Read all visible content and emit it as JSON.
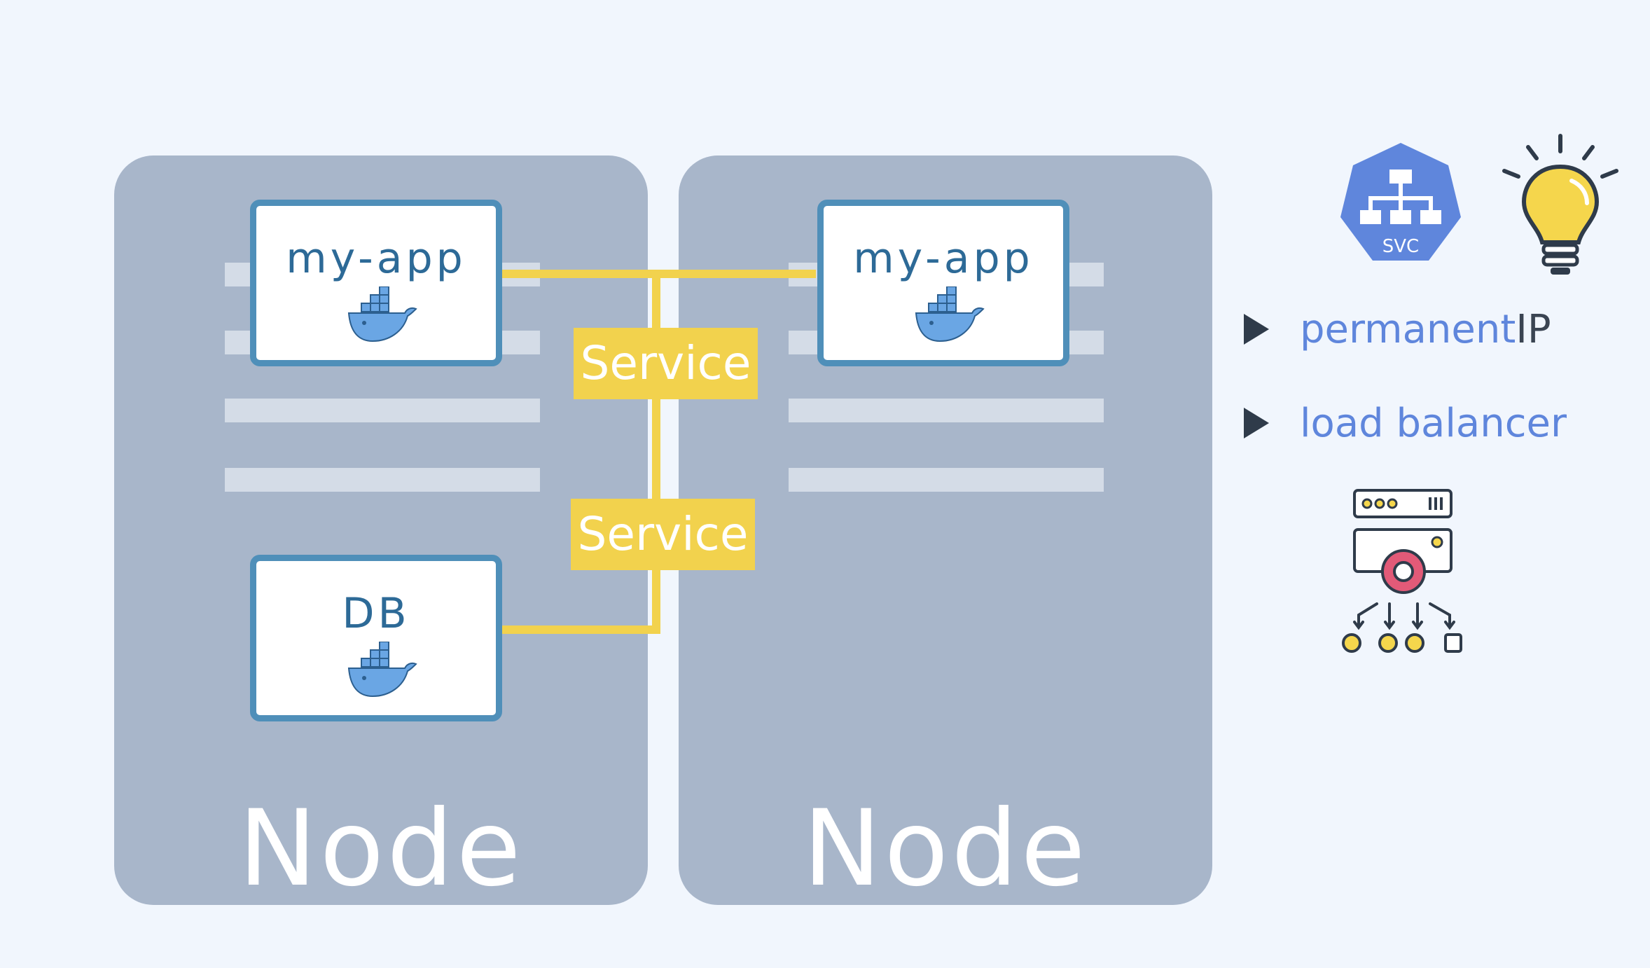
{
  "nodes": [
    {
      "label": "Node"
    },
    {
      "label": "Node"
    }
  ],
  "pods": {
    "app_left": {
      "title": "my-app",
      "icon": "docker-whale-icon"
    },
    "app_right": {
      "title": "my-app",
      "icon": "docker-whale-icon"
    },
    "db": {
      "title": "DB",
      "icon": "docker-whale-icon"
    }
  },
  "services": [
    {
      "label": "Service"
    },
    {
      "label": "Service"
    }
  ],
  "svc_badge": {
    "label": "SVC",
    "icon": "kubernetes-service-icon"
  },
  "bullets": [
    {
      "accent": "permanent",
      "plain": " IP"
    },
    {
      "accent": "load balancer",
      "plain": ""
    }
  ],
  "icons": {
    "idea": "lightbulb-icon",
    "load_balancer": "load-balancer-icon"
  },
  "colors": {
    "background": "#f1f6fd",
    "node": "#a8b6ca",
    "pod_border": "#4f8fb9",
    "pod_text": "#2d6a97",
    "service": "#f2d24d",
    "accent_text": "#5f86dc",
    "svc_badge": "#5f86dc"
  }
}
